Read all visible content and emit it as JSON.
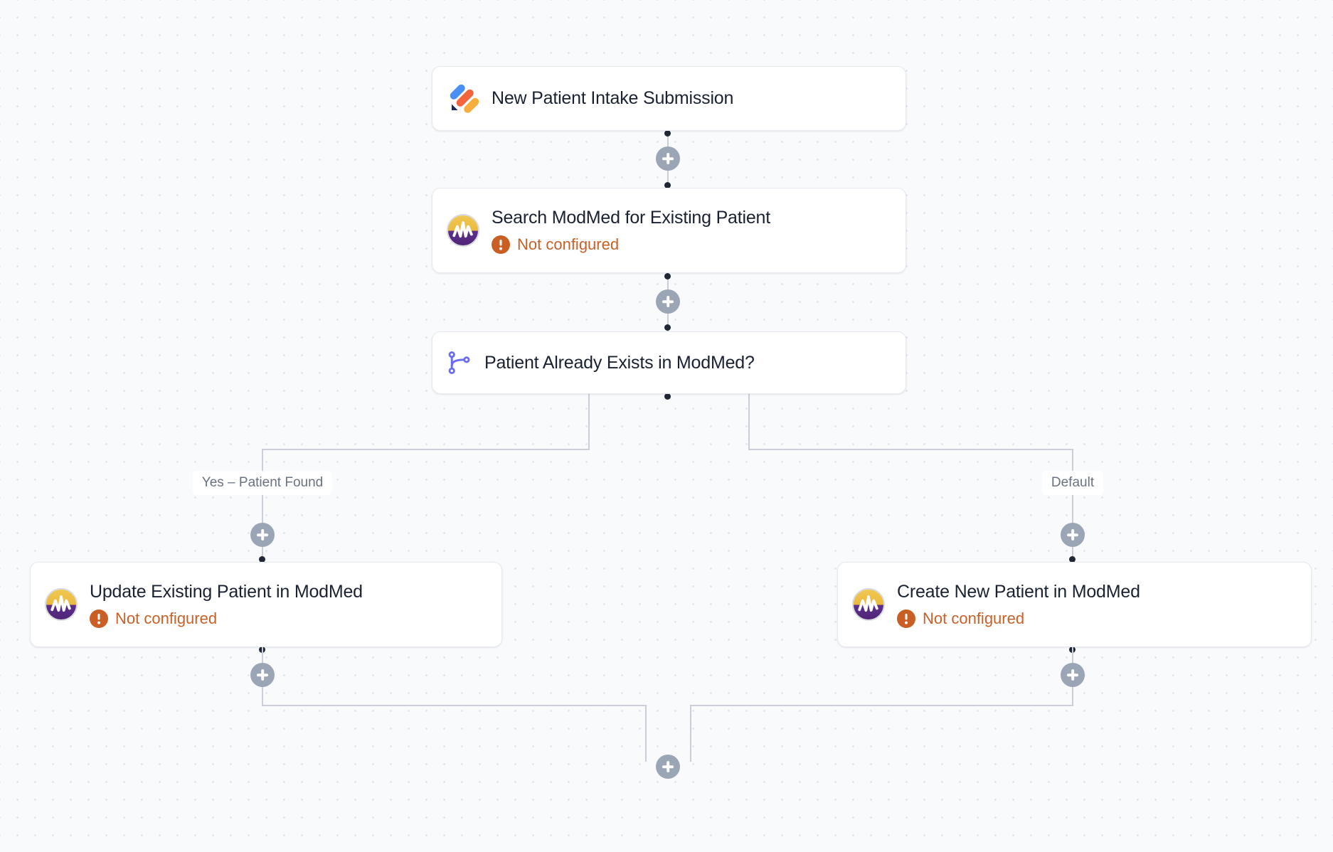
{
  "canvas": {
    "background": "#f8fafc",
    "dot_color": "#e2e6ef",
    "connector_color": "#c9ced8",
    "port_color": "#202836",
    "plus_button_color": "#9aa5b5"
  },
  "colors": {
    "title": "#1a2130",
    "warning": "#c7612a",
    "branch_icon": "#6a6af2",
    "jotform_blue": "#4a90f4",
    "jotform_orange": "#f2643c",
    "jotform_amber": "#f7ae3d",
    "jotform_navy": "#20265a",
    "modmed_yellow": "#eaba3e",
    "modmed_purple": "#5d2f8c"
  },
  "nodes": [
    {
      "id": "trigger",
      "title": "New Patient Intake Submission",
      "icon": "jotform-logo-icon"
    },
    {
      "id": "search",
      "title": "Search ModMed for Existing Patient",
      "icon": "modmed-logo-icon",
      "status": "Not configured"
    },
    {
      "id": "condition",
      "title": "Patient Already Exists in ModMed?",
      "icon": "branch-icon"
    },
    {
      "id": "update",
      "title": "Update Existing Patient in ModMed",
      "icon": "modmed-logo-icon",
      "status": "Not configured"
    },
    {
      "id": "create",
      "title": "Create New Patient in ModMed",
      "icon": "modmed-logo-icon",
      "status": "Not configured"
    }
  ],
  "branches": [
    {
      "label": "Yes – Patient Found"
    },
    {
      "label": "Default"
    }
  ]
}
